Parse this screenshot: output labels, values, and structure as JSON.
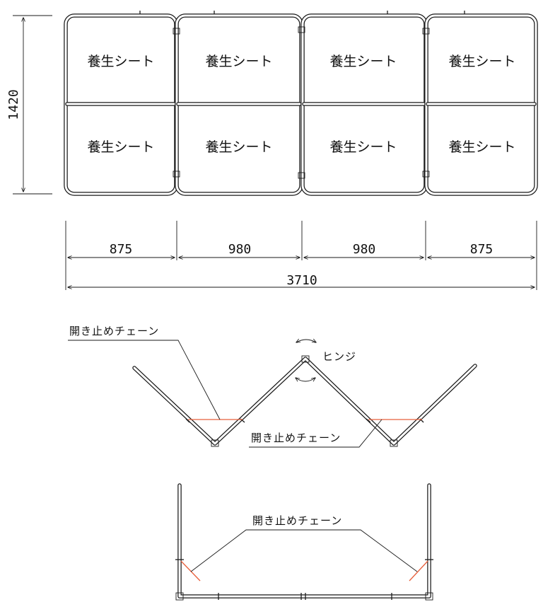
{
  "panel_label": "養生シート",
  "dimensions": {
    "height": "1420",
    "widths": [
      "875",
      "980",
      "980",
      "875"
    ],
    "total": "3710"
  },
  "labels": {
    "chain": "開き止めチェーン",
    "hinge": "ヒンジ"
  },
  "colors": {
    "line": "#1a1a1a",
    "chain": "#e8603c"
  }
}
